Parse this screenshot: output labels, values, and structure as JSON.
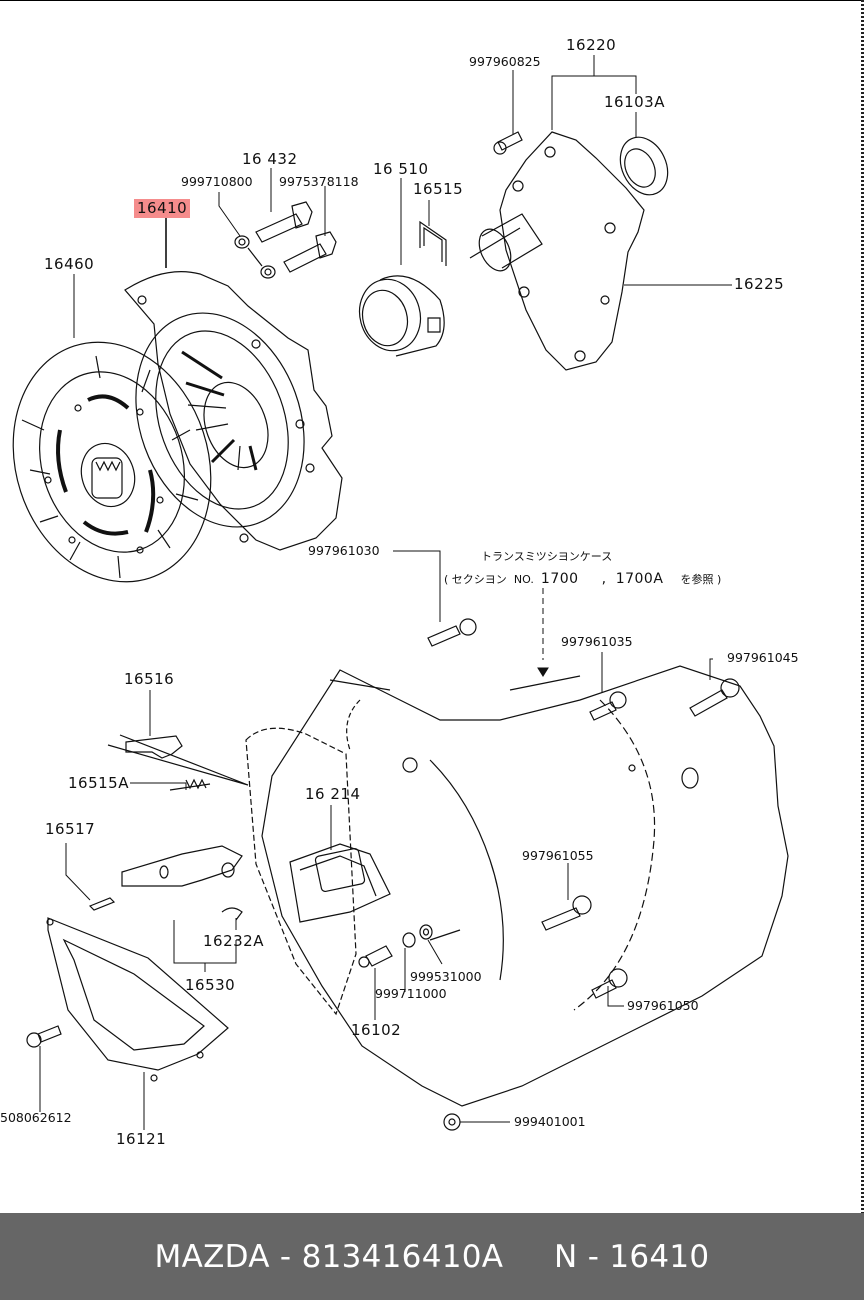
{
  "diagram": {
    "title_note": {
      "line1": "トランスミツシヨンケース",
      "line2_prefix": "( セクシヨン",
      "line2_no": "NO.",
      "line2_ref1": "1700",
      "line2_sep": ",",
      "line2_ref2": "1700A",
      "line2_suffix": "を参照 )"
    },
    "highlighted_part": "16410",
    "labels": {
      "p16410": "16410",
      "p16460": "16460",
      "p16432": "16 432",
      "p999710800": "999710800",
      "p9975378118": "9975378118",
      "p16510": "16 510",
      "p16515": "16515",
      "p997960825": "997960825",
      "p16220": "16220",
      "p16103A": "16103A",
      "p16225": "16225",
      "p997961030": "997961030",
      "p997961035": "997961035",
      "p997961045": "997961045",
      "p16516": "16516",
      "p16515A": "16515A",
      "p16214": "16 214",
      "p16517": "16517",
      "p997961055": "997961055",
      "p16232A": "16232A",
      "p999531000": "999531000",
      "p999711000": "999711000",
      "p16530": "16530",
      "p997961050": "997961050",
      "p16102": "16102",
      "p508062612": "508062612",
      "p16121": "16121",
      "p999401001": "999401001"
    },
    "colors": {
      "highlight": "#f58c8c",
      "line": "#111111",
      "footer_bg": "#666666",
      "footer_text": "#ffffff"
    }
  },
  "footer": {
    "text": "MAZDA - 813416410A     N - 16410"
  }
}
